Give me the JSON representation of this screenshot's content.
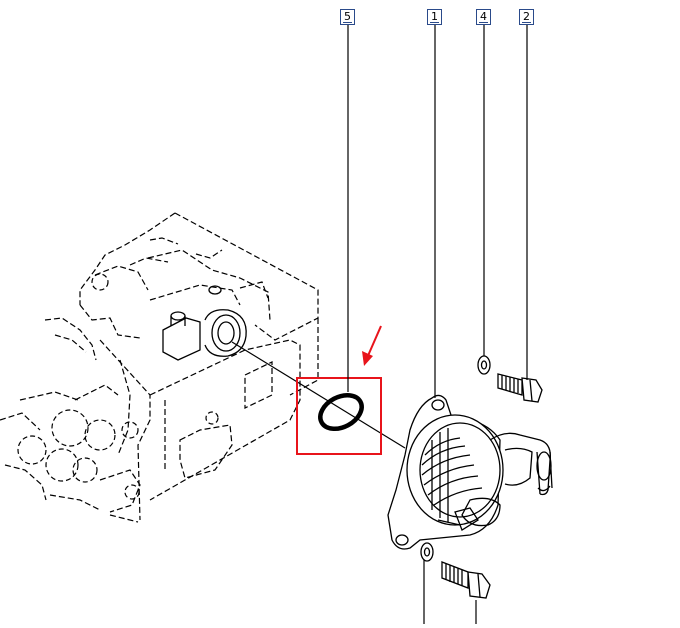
{
  "callouts": {
    "c5": "5",
    "c1": "1",
    "c4": "4",
    "c2": "2"
  },
  "colors": {
    "line": "#000000",
    "callout_border": "#2a4a8a",
    "highlight": "#e8141b"
  },
  "highlight": {
    "target_callout": "5",
    "marker": "red-box-and-arrow"
  }
}
